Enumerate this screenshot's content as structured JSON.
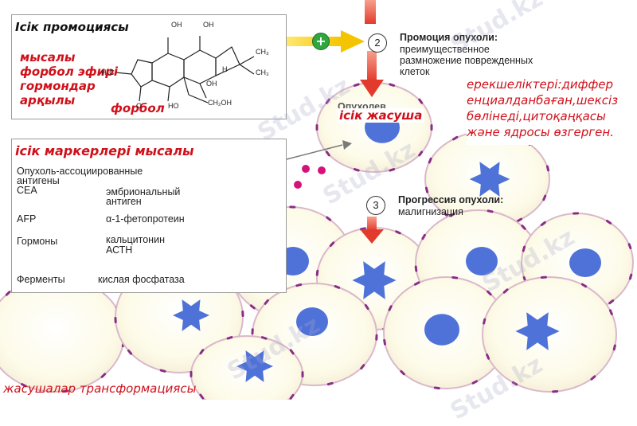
{
  "promoter_box": {
    "title": "Ісік промоциясы",
    "example_lines": [
      "мысалы",
      "форбол эфирі",
      "гормондар",
      "арқылы"
    ],
    "phorbol_label": "форбол",
    "formula_labels": [
      "OH",
      "OH",
      "CH₃",
      "CH₃",
      "H₃C",
      "OH",
      "H",
      "O",
      "HO",
      "CH₂OH"
    ]
  },
  "plus_sign": "+",
  "steps": {
    "step2": {
      "number": "2",
      "title": "Промоция опухоли:",
      "lines": [
        "преимущественное",
        "размножение поврежденных",
        "клеток"
      ]
    },
    "step3": {
      "number": "3",
      "title": "Прогрессия опухоли:",
      "lines": [
        "малигнизация"
      ]
    }
  },
  "tumor_cell": {
    "label": "ісік жасуша",
    "hidden_label_fragment": "Опухолев"
  },
  "features_note": {
    "lines": [
      "ерекшеліктері:диффер",
      "енциалданбаған,шексіз",
      "бөлінеді,цитоқаңқасы",
      "және ядросы өзгерген."
    ]
  },
  "markers_box": {
    "title": "ісік маркерлері мысалы",
    "heading_lines": [
      "Опухоль-ассоциированные",
      "антигены"
    ],
    "rows": [
      {
        "name": "СЕА",
        "value_lines": [
          "эмбриональный",
          "антиген"
        ]
      },
      {
        "name": "AFP",
        "value_lines": [
          "α-1-фетопротеин"
        ]
      },
      {
        "name": "Гормоны",
        "value_lines": [
          "кальцитонин",
          "АСТН"
        ]
      },
      {
        "name": "Ферменты",
        "value_lines": [
          "кислая фосфатаза"
        ]
      }
    ]
  },
  "bottom_caption": "жасушалар трансформациясы",
  "watermark": "Stud.kz",
  "colors": {
    "label_red": "#d0101a",
    "arrow_red": "#e23a2c",
    "arrow_yellow": "#f5c400",
    "plus_green": "#2ea83e",
    "cell_fill": "#fdfbe6",
    "cell_outline": "#d9b8c9",
    "nucleus_blue": "#4f72d8",
    "marker_dash": "#8a2c88",
    "dot_magenta": "#d4127a"
  }
}
